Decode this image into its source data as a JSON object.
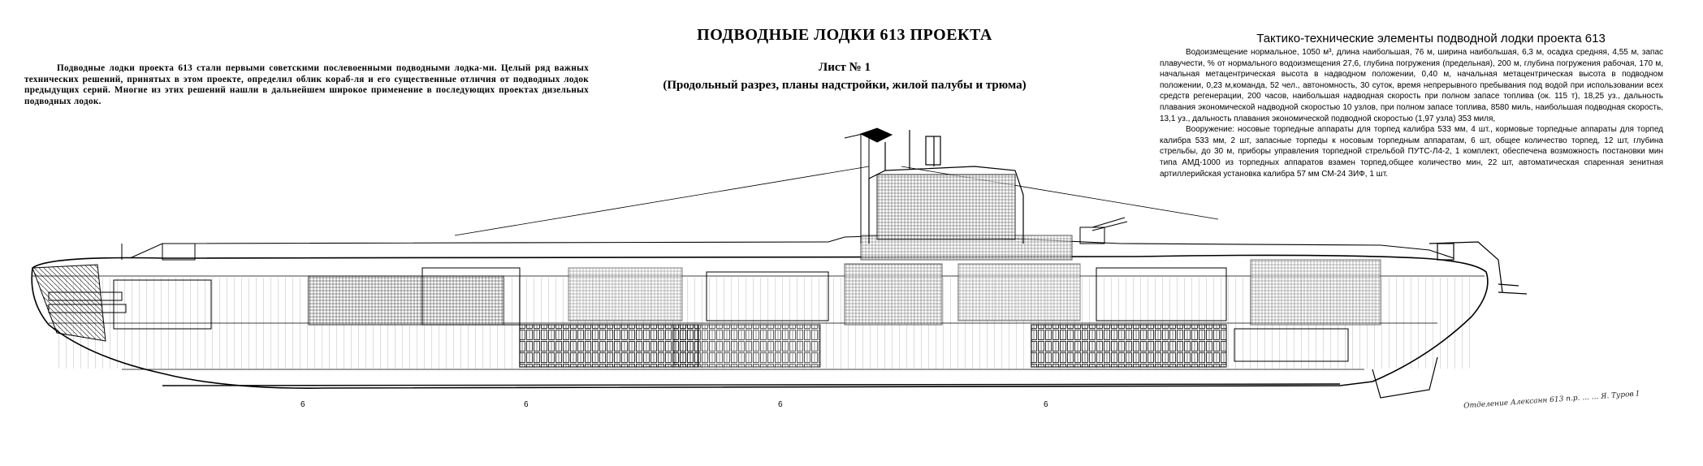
{
  "main_title": "ПОДВОДНЫЕ ЛОДКИ 613 ПРОЕКТА",
  "sheet": {
    "label": "Лист № 1",
    "subtitle": "(Продольный разрез, планы надстройки, жилой палубы и трюма)"
  },
  "intro_text": "Подводные лодки проекта 613 стали первыми советскими послевоенными подводными лодка-ми. Целый ряд важных технических решений, принятых в этом проекте, определил облик кораб-ля и его существенные отличия от подводных лодок предыдущих серий. Многие из этих решений нашли в дальнейшем широкое применение в последующих проектах дизельных подводных лодок.",
  "specs": {
    "title": "Тактико-технические элементы подводной лодки проекта 613",
    "paragraph_1": "Водоизмещение нормальное, 1050 м³, длина наибольшая, 76 м, ширина наибольшая, 6,3 м, осадка средняя, 4,55 м, запас плавучести, % от нормального водоизмещения 27,6, глубина погружения (предельная), 200 м, глубина погружения рабочая, 170 м, начальная метацентрическая высота в надводном положении, 0,40 м, начальная метацентрическая высота в подводном положении, 0,23 м,команда, 52 чел., автономность, 30 суток, время непрерывного пребывания под водой при использовании всех средств регенерации, 200 часов, наибольшая надводная скорость при полном запасе топлива (ок. 115 т), 18,25 уз., дальность плавания экономической надводной скоростью 10 узлов, при полном запасе топлива, 8580 миль, наибольшая подводная скорость, 13,1 уз., дальность плавания экономической подводной скоростью (1,97 узла) 353 миля,",
    "paragraph_2": "Вооружение: носовые торпедные аппараты для торпед калибра 533 мм, 4 шт., кормовые торпедные аппараты для торпед калибра 533 мм, 2 шт, запасные торпеды к носовым торпедным аппаратам, 6 шт, общее количество торпед, 12 шт, глубина стрельбы, до 30 м, приборы управления торпедной стрельбой ПУТС-Л4-2, 1 комплект, обеспечена возможность постановки мин типа АМД-1000 из торпедных аппаратов взамен торпед,общее количество мин, 22 шт, автоматическая спаренная зенитная артиллерийская установка калибра 57 мм СМ-24 ЗИФ, 1 шт."
  },
  "frame_marks": [
    "6",
    "6",
    "6",
    "6"
  ],
  "signature": "Отделение Алексанн 613 п.р. ...   ...   Я. Туров I"
}
